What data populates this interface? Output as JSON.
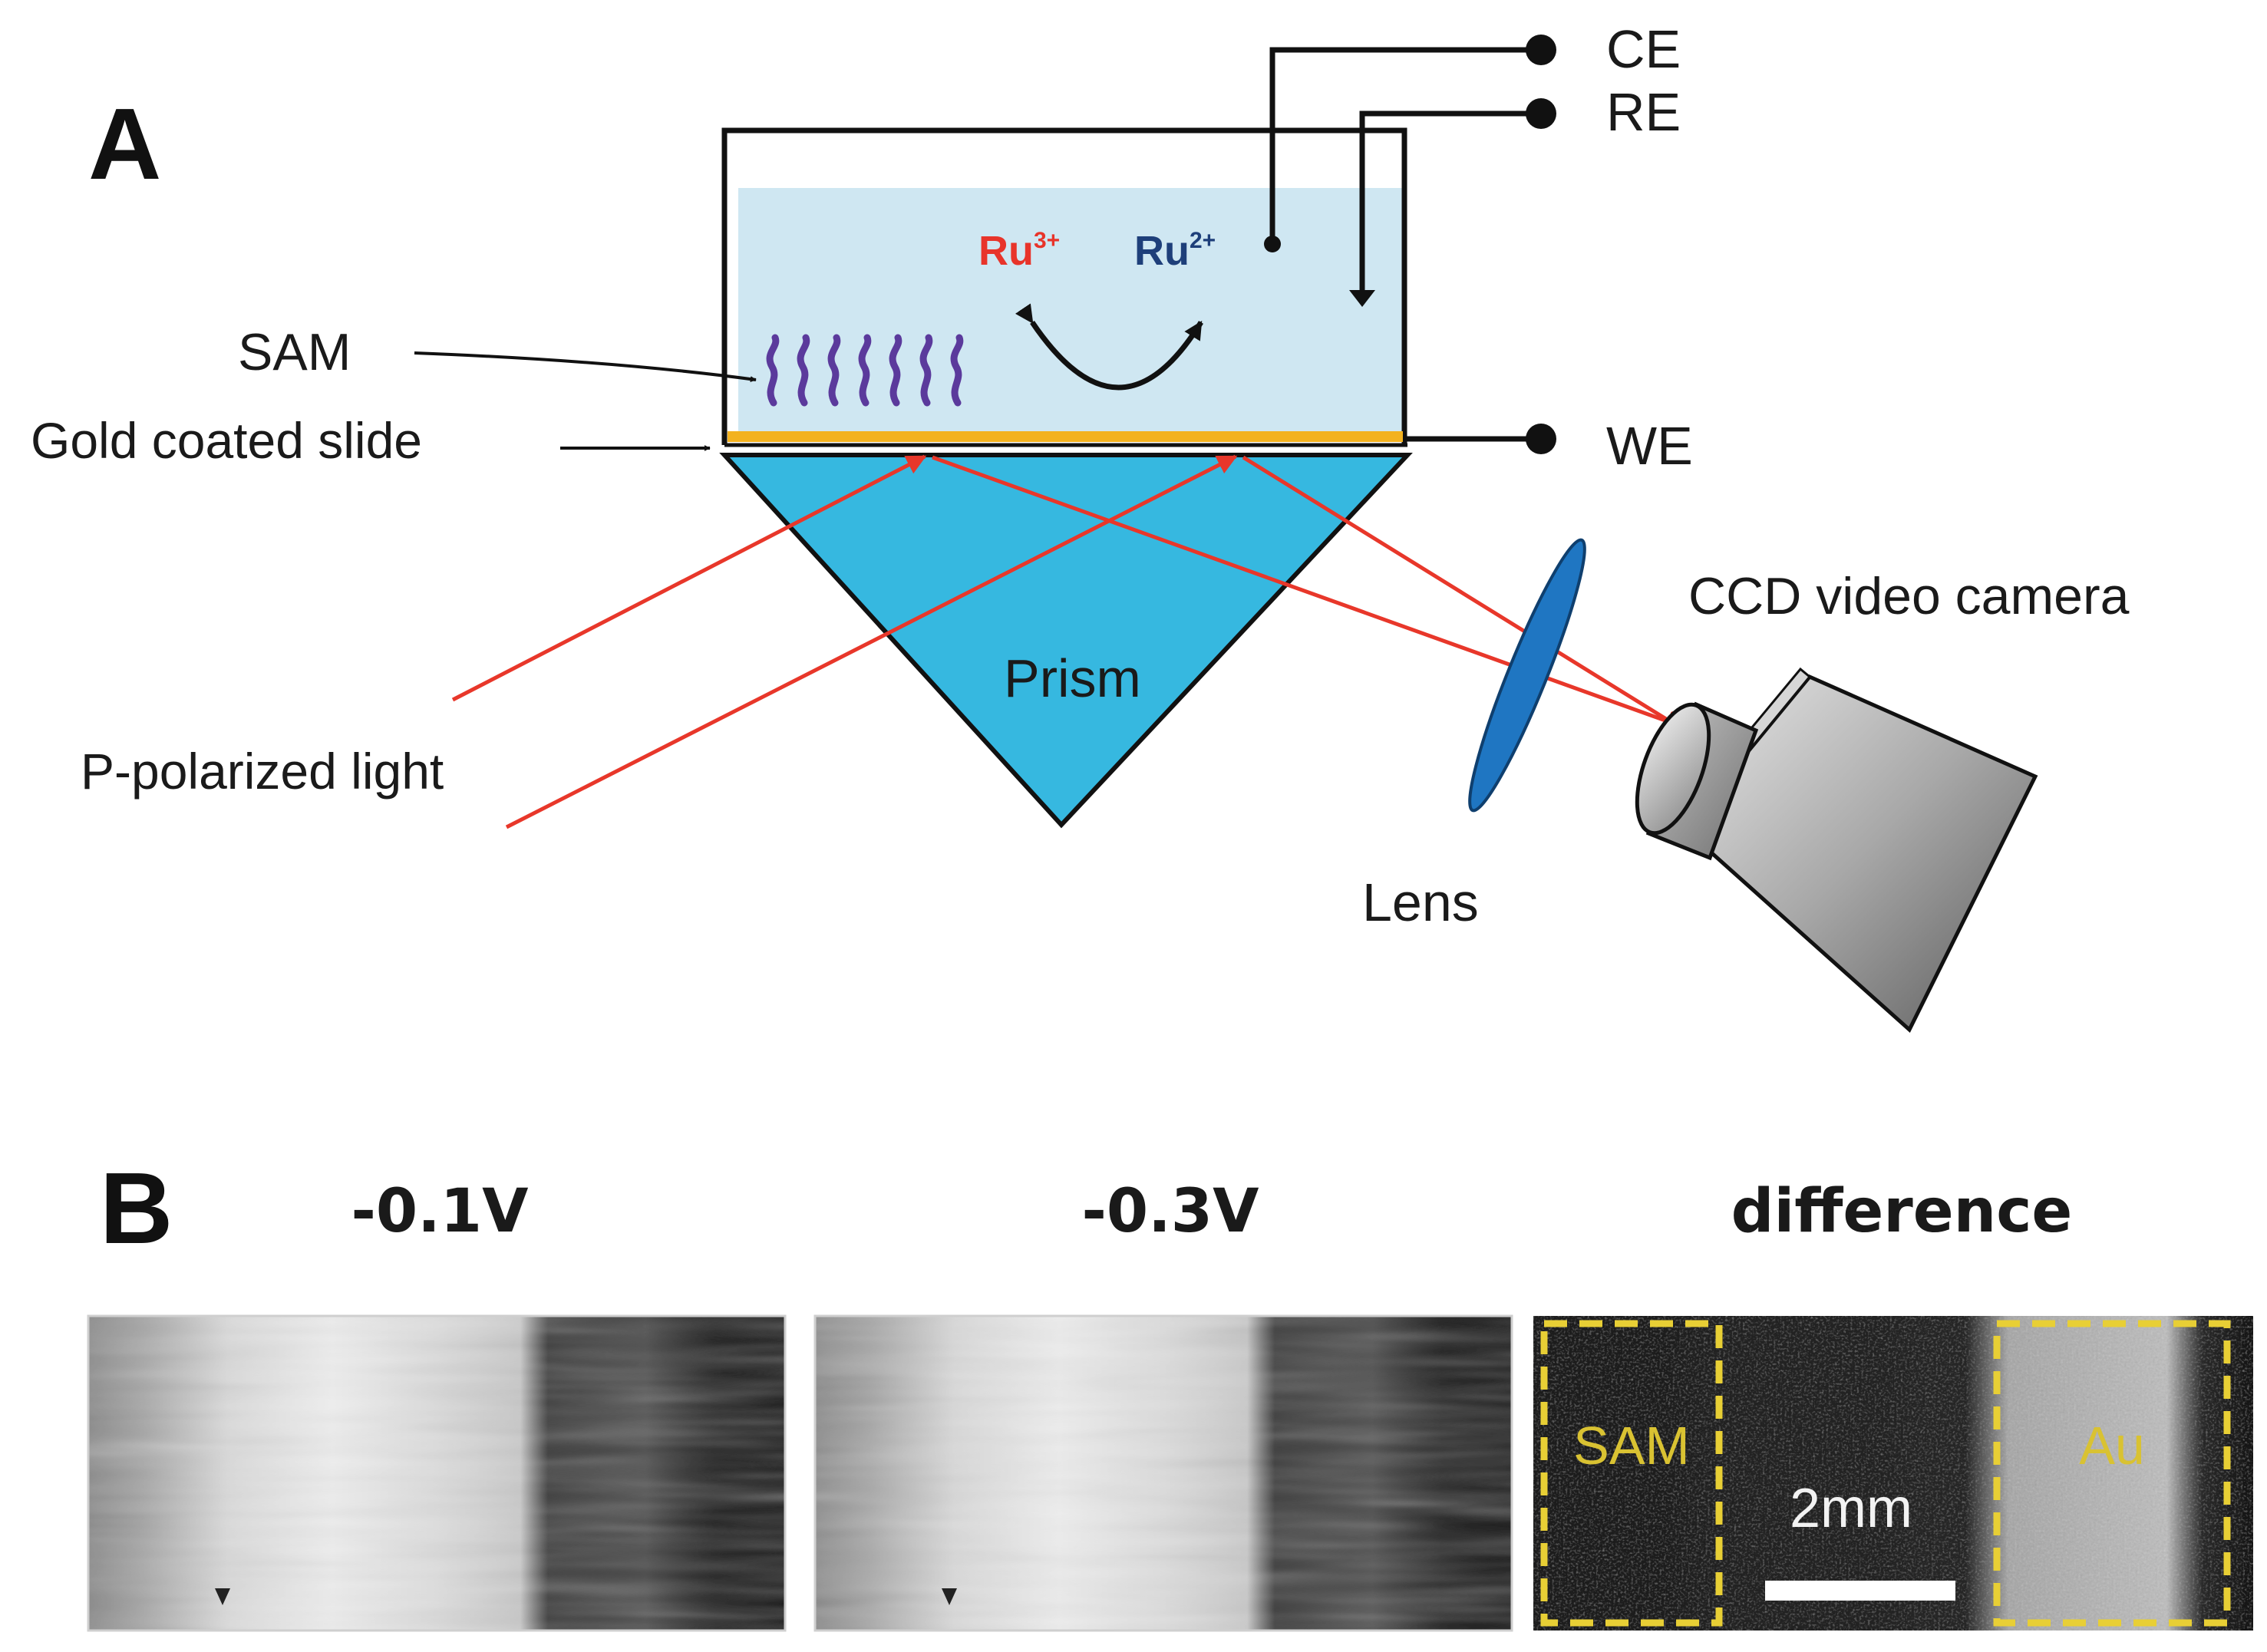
{
  "panel_a": {
    "letter": "A",
    "labels": {
      "ce": "CE",
      "re": "RE",
      "we": "WE",
      "sam": "SAM",
      "gold": "Gold coated slide",
      "prism": "Prism",
      "light": "P-polarized light",
      "lens": "Lens",
      "camera": "CCD video camera",
      "ru3_base": "Ru",
      "ru3_sup": "3+",
      "ru2_base": "Ru",
      "ru2_sup": "2+"
    }
  },
  "panel_b": {
    "letter": "B",
    "captions": [
      "-0.1V",
      "-0.3V",
      "difference"
    ],
    "overlay": {
      "sam": "SAM",
      "au": "Au",
      "scale": "2mm"
    }
  },
  "colors": {
    "ray": "#e8372a",
    "electrolyte": "#cfe7f2",
    "prism": "#36b8e0",
    "gold": "#f3b21f",
    "sam": "#5b3a9c",
    "lens": "#1f76c2",
    "ru3": "#e8342a",
    "ru2": "#1e3f7a",
    "dashed": "#e8cf35"
  }
}
